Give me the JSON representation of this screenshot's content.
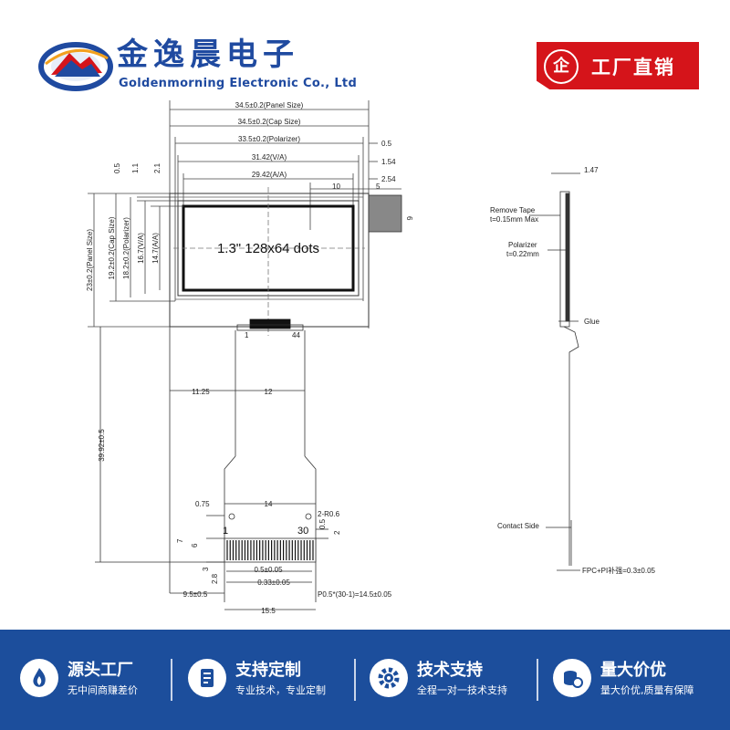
{
  "header": {
    "company_cn": "金逸晨电子",
    "company_en": "Goldenmorning Electronic Co., Ltd",
    "badge_icon": "企",
    "badge_text": "工厂直销",
    "colors": {
      "brand_blue": "#1f4aa0",
      "badge_red": "#d5141a"
    }
  },
  "drawing": {
    "module_label": "1.3\" 128x64 dots",
    "top_dims": [
      "34.5±0.2(Panel Size)",
      "34.5±0.2(Cap Size)",
      "33.5±0.2(Polarizer)",
      "31.42(V/A)",
      "29.42(A/A)"
    ],
    "right_dims": [
      "0.5",
      "1.54",
      "2.54",
      "10",
      "5",
      "6"
    ],
    "left_dims": [
      "23±0.2(Panel Size)",
      "19.2±0.2(Cap Size)",
      "18.2±0.2(Polarizer)",
      "16.7(V/A)",
      "14.7(A/A)"
    ],
    "top_small_dims": [
      "0.5",
      "1.1",
      "2.1"
    ],
    "fpc_pins": [
      "1",
      "44"
    ],
    "fpc_dims": [
      "11.25",
      "12",
      "39.92±0.5"
    ],
    "connector": {
      "width": "14",
      "side": "0.75",
      "radius": "2-R0.6",
      "pin_first": "1",
      "pin_last": "30",
      "left_dims": [
        "7",
        "6",
        "3",
        "2.8"
      ],
      "right_dims": [
        "0.5",
        "2"
      ],
      "pitch_dims": [
        "0.5±0.05",
        "0.33±0.05"
      ],
      "bottom_dims": [
        "9.5±0.5",
        "15.5",
        "P0.5*(30-1)=14.5±0.05"
      ]
    },
    "side_view": {
      "thickness": "1.47",
      "remove_tape": "Remove Tape",
      "remove_tape_spec": "t=0.15mm Max",
      "polarizer": "Polarizer",
      "polarizer_spec": "t=0.22mm",
      "glue": "Glue",
      "contact_side": "Contact Side",
      "fpc_thickness": "FPC+PI补强=0.3±0.05"
    }
  },
  "features": [
    {
      "icon": "factory-icon",
      "title": "源头工厂",
      "subtitle": "无中间商赚差价"
    },
    {
      "icon": "custom-icon",
      "title": "支持定制",
      "subtitle": "专业技术，专业定制"
    },
    {
      "icon": "gear-icon",
      "title": "技术支持",
      "subtitle": "全程一对一技术支持"
    },
    {
      "icon": "price-icon",
      "title": "量大价优",
      "subtitle": "量大价优,质量有保障"
    }
  ],
  "footer_color": "#1c4e9c"
}
